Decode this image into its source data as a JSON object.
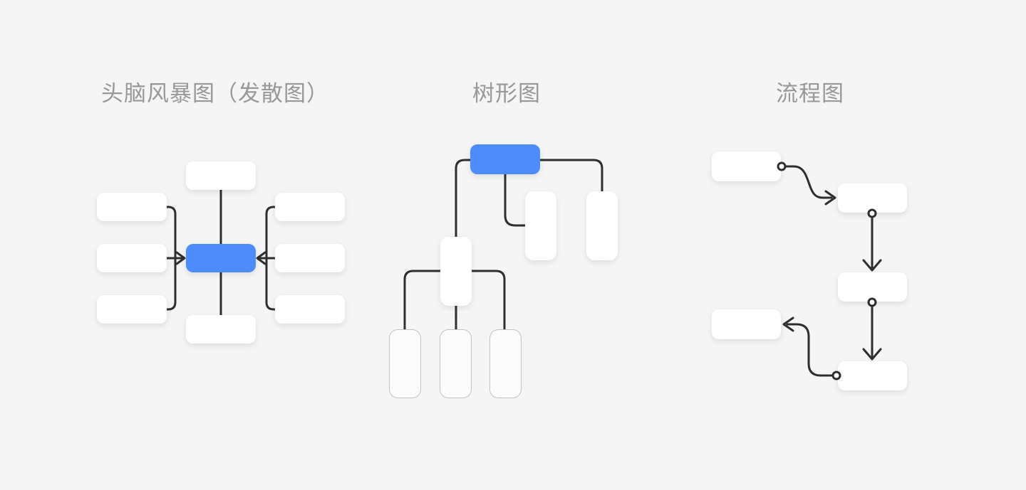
{
  "page": {
    "background": "#f5f5f6"
  },
  "colors": {
    "accent_blue": "#4d8cfa",
    "connector": "#2e2e2e",
    "node_fill": "#ffffff",
    "outline_node_fill": "#fcfcfd",
    "outline_node_border": "#c2c2c7",
    "title_gray": "#989898",
    "page_bg": "#f5f5f6"
  },
  "sections": {
    "brainstorm": {
      "title": "头脑风暴图（发散图）"
    },
    "tree": {
      "title": "树形图"
    },
    "flowchart": {
      "title": "流程图"
    }
  }
}
